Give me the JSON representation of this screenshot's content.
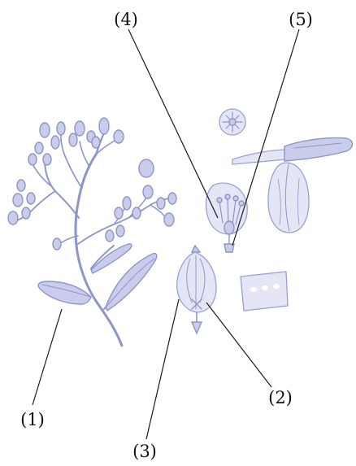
{
  "callouts": [
    {
      "id": "1",
      "label": "(1)"
    },
    {
      "id": "2",
      "label": "(2)"
    },
    {
      "id": "3",
      "label": "(3)"
    },
    {
      "id": "4",
      "label": "(4)"
    },
    {
      "id": "5",
      "label": "(5)"
    }
  ],
  "colors": {
    "ink": "#8e95c8",
    "wash": "#c9cdeb",
    "pale": "#e4e6f6",
    "leader": "#1a1a1a"
  }
}
